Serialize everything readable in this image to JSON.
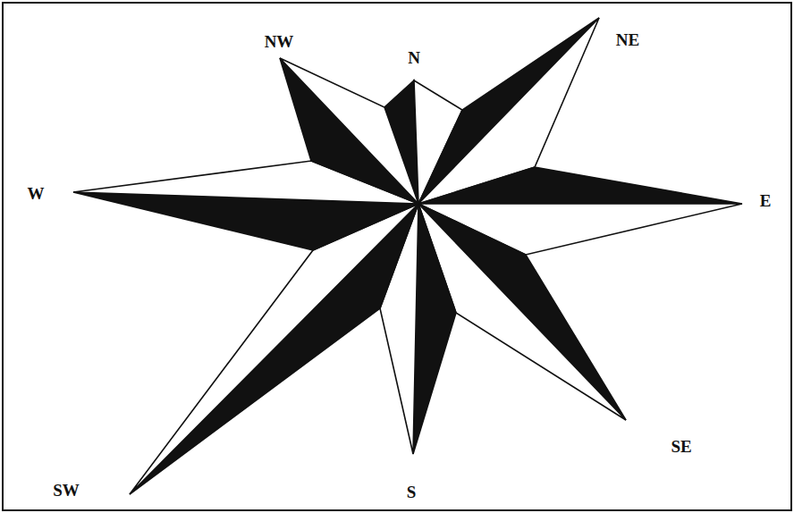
{
  "diagram": {
    "labels": [
      "NW",
      "N",
      "NE",
      "W",
      "E",
      "SW",
      "S",
      "SE"
    ]
  }
}
